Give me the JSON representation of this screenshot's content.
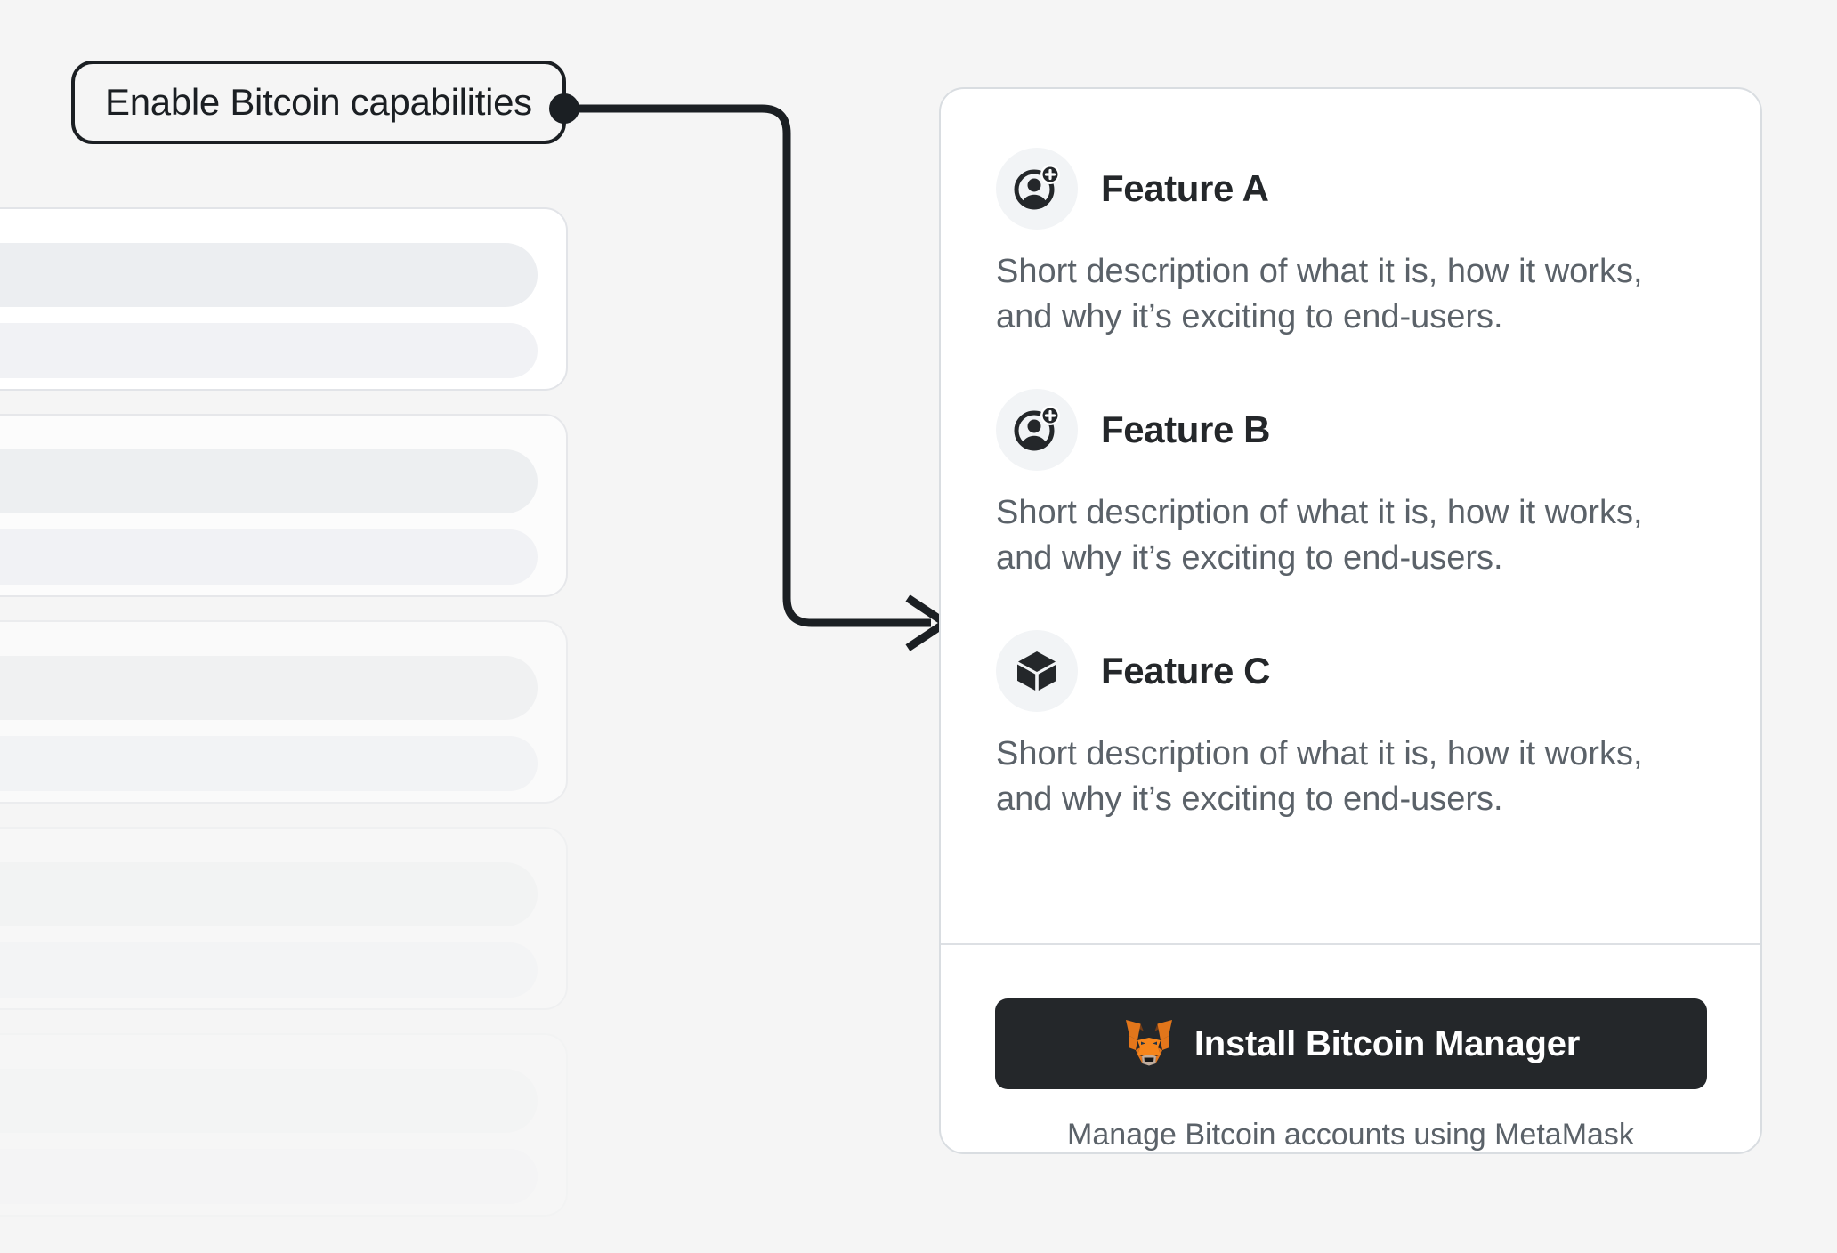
{
  "page": {
    "background_color": "#f5f5f5"
  },
  "callout": {
    "label": "Enable Bitcoin capabilities",
    "border_color": "#1b1f23"
  },
  "background_list": {
    "placeholder_card_count": 5,
    "card_color": "#ffffff",
    "bar_color": "#eceef1"
  },
  "card": {
    "features": [
      {
        "icon": "user-plus-icon",
        "title": "Feature A",
        "description": "Short description of what it is, how it works, and why it’s exciting to end-users."
      },
      {
        "icon": "user-plus-icon",
        "title": "Feature B",
        "description": "Short description of what it is, how it works, and why it’s exciting to end-users."
      },
      {
        "icon": "cube-icon",
        "title": "Feature C",
        "description": "Short description of what it is, how it works, and why it’s exciting to end-users."
      }
    ],
    "footer": {
      "install_button_label": "Install Bitcoin Manager",
      "install_button_icon": "metamask-fox-icon",
      "install_button_color": "#24272a",
      "caption": "Manage Bitcoin accounts using MetaMask"
    }
  }
}
